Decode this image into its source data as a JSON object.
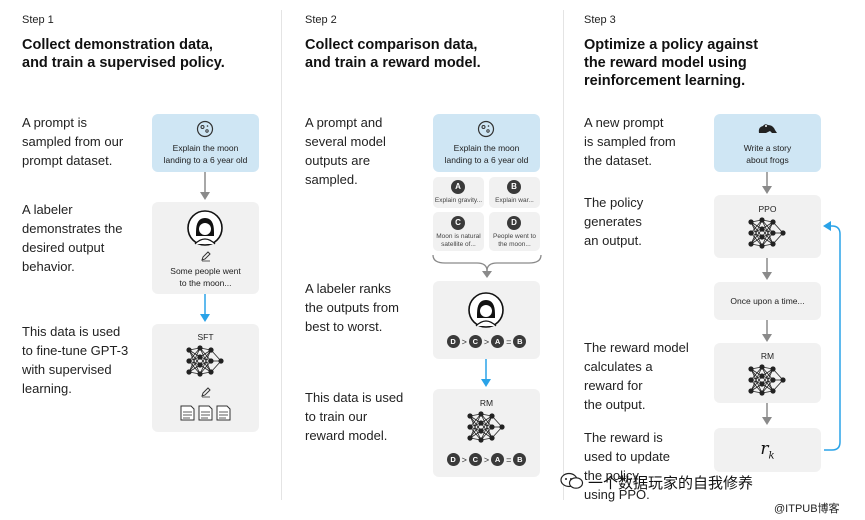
{
  "step1": {
    "step": "Step 1",
    "title": [
      "Collect demonstration data,",
      "and train a supervised policy."
    ],
    "desc1": [
      "A prompt is",
      "sampled from our",
      "prompt dataset."
    ],
    "desc2": [
      "A labeler",
      "demonstrates the",
      "desired output",
      "behavior."
    ],
    "desc3": [
      "This data is used",
      "to fine-tune GPT-3",
      "with supervised",
      "learning."
    ],
    "prompt": [
      "Explain the moon",
      "landing to a 6 year old"
    ],
    "answer": [
      "Some people went",
      "to the moon..."
    ],
    "model": "SFT"
  },
  "step2": {
    "step": "Step 2",
    "title": [
      "Collect comparison data,",
      "and train a reward model."
    ],
    "desc1": [
      "A prompt and",
      "several model",
      "outputs are",
      "sampled."
    ],
    "desc2": [
      "A labeler ranks",
      "the outputs from",
      "best to worst."
    ],
    "desc3": [
      "This data is used",
      "to train our",
      "reward model."
    ],
    "prompt": [
      "Explain the moon",
      "landing to a 6 year old"
    ],
    "outputs": [
      {
        "letter": "A",
        "text": [
          "Explain gravity..."
        ]
      },
      {
        "letter": "B",
        "text": [
          "Explain war..."
        ]
      },
      {
        "letter": "C",
        "text": [
          "Moon is natural",
          "satellite of..."
        ]
      },
      {
        "letter": "D",
        "text": [
          "People went to",
          "the moon..."
        ]
      }
    ],
    "ranking": [
      "D",
      ">",
      "C",
      ">",
      "A",
      "=",
      "B"
    ],
    "model": "RM"
  },
  "step3": {
    "step": "Step 3",
    "title": [
      "Optimize a policy against",
      "the reward model using",
      "reinforcement learning."
    ],
    "desc1": [
      "A new prompt",
      "is sampled from",
      "the dataset."
    ],
    "desc2": [
      "The policy",
      "generates",
      "an output."
    ],
    "desc3": [
      "The reward model",
      "calculates a",
      "reward for",
      "the output."
    ],
    "desc4": [
      "The reward is",
      "used to update",
      "the policy",
      "using PPO."
    ],
    "prompt": [
      "Write a story",
      "about frogs"
    ],
    "policy": "PPO",
    "output": "Once upon a time...",
    "model": "RM",
    "reward": "r",
    "reward_sub": "k"
  },
  "watermark": {
    "main": "一个数据玩家的自我修养",
    "sub": "@ITPUB博客"
  },
  "colors": {
    "prompt_box": "#cfe6f4",
    "arrow_blue": "#2aa3e8",
    "arrow_gray": "#8a8a8a",
    "card": "#f1f1f1"
  }
}
